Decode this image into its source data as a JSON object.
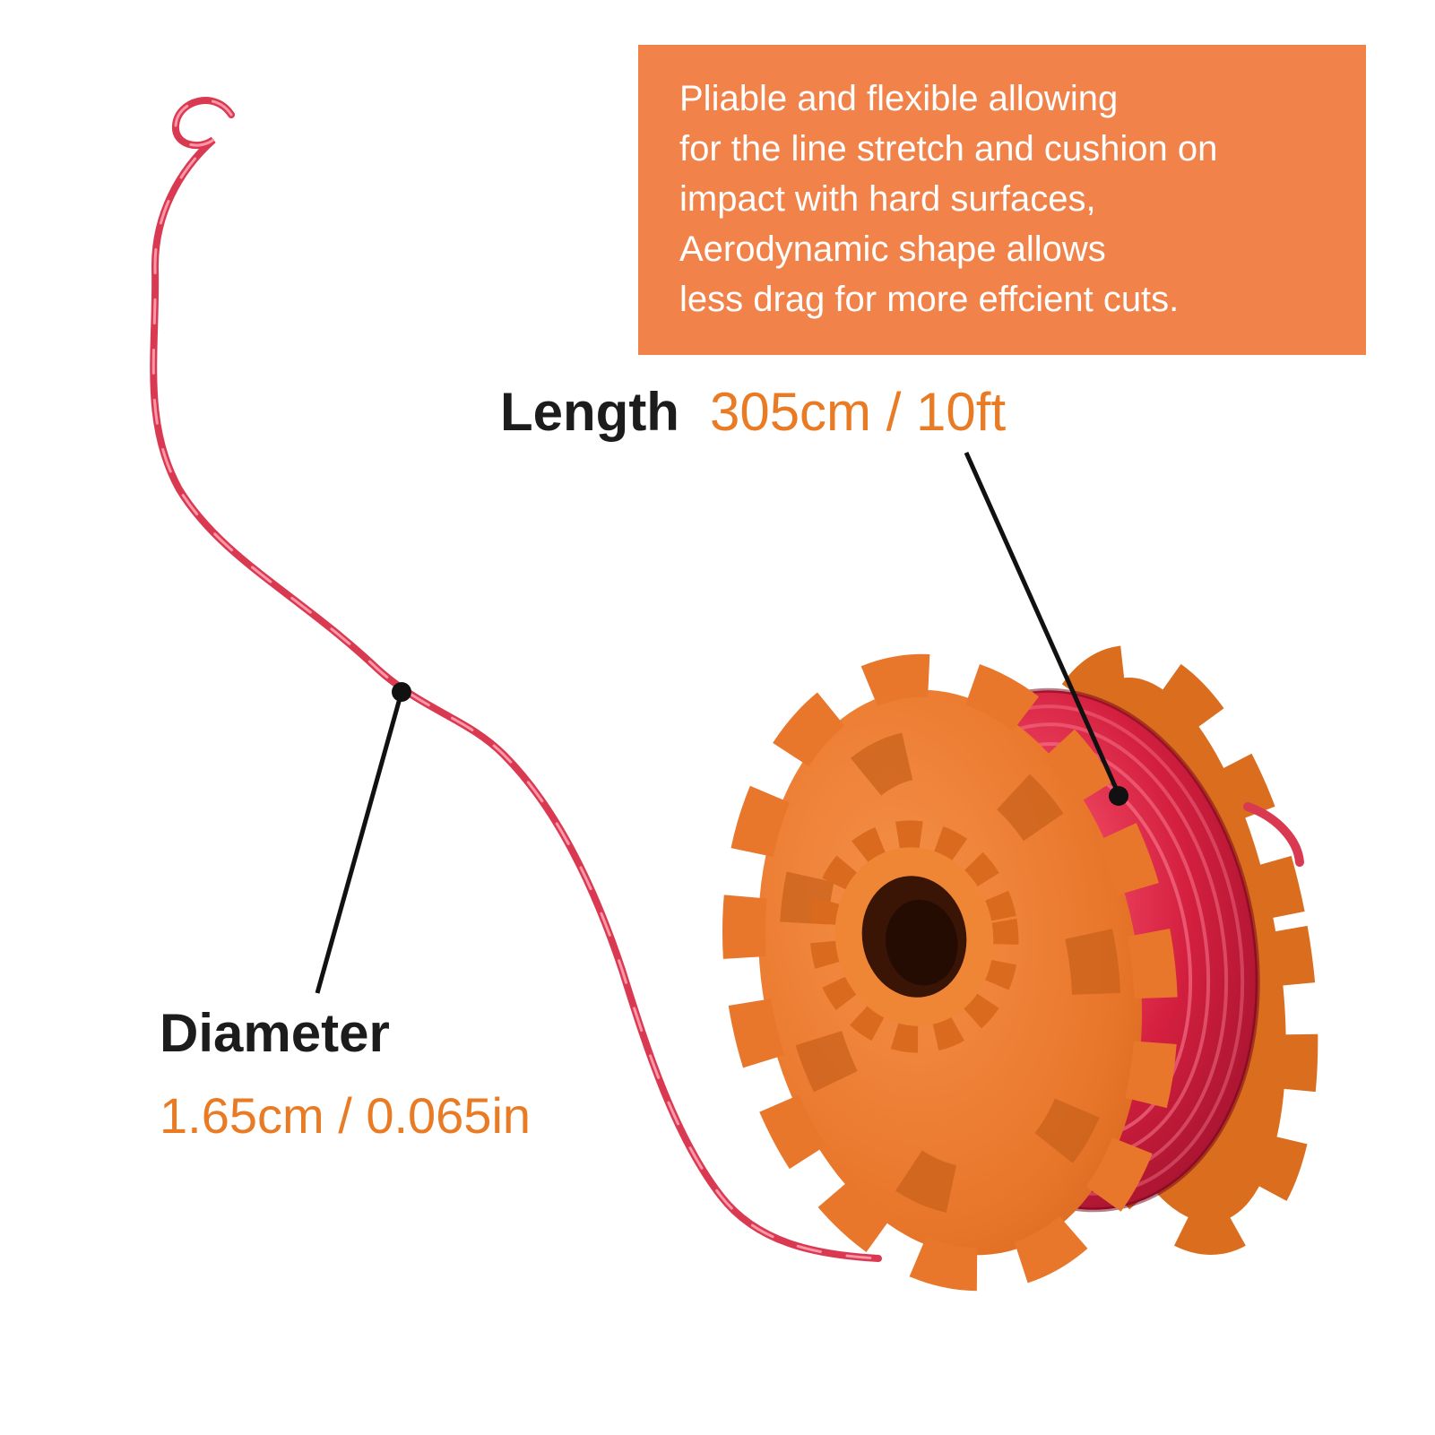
{
  "info_box": {
    "lines": [
      "Pliable and flexible allowing",
      "for the line stretch and cushion on",
      "impact with hard surfaces,",
      "Aerodynamic shape allows",
      "less drag for more effcient cuts."
    ]
  },
  "length_annotation": {
    "label": "Length",
    "value": "305cm / 10ft"
  },
  "diameter_annotation": {
    "label": "Diameter",
    "value": "1.65cm / 0.065in"
  },
  "colors": {
    "info_box_bg": "#F1834A",
    "accent_orange": "#E97B25",
    "label_black": "#1C1C1C",
    "trimmer_line_red": "#D93A52",
    "spool_orange": "#E8772C",
    "callout_black": "#111111"
  },
  "illustration_parts": {
    "spool": "trimmer-line-spool",
    "line": "trimmer-line",
    "length_callout": "leader-line-to-wound-line",
    "diameter_callout": "leader-line-to-loose-line"
  }
}
